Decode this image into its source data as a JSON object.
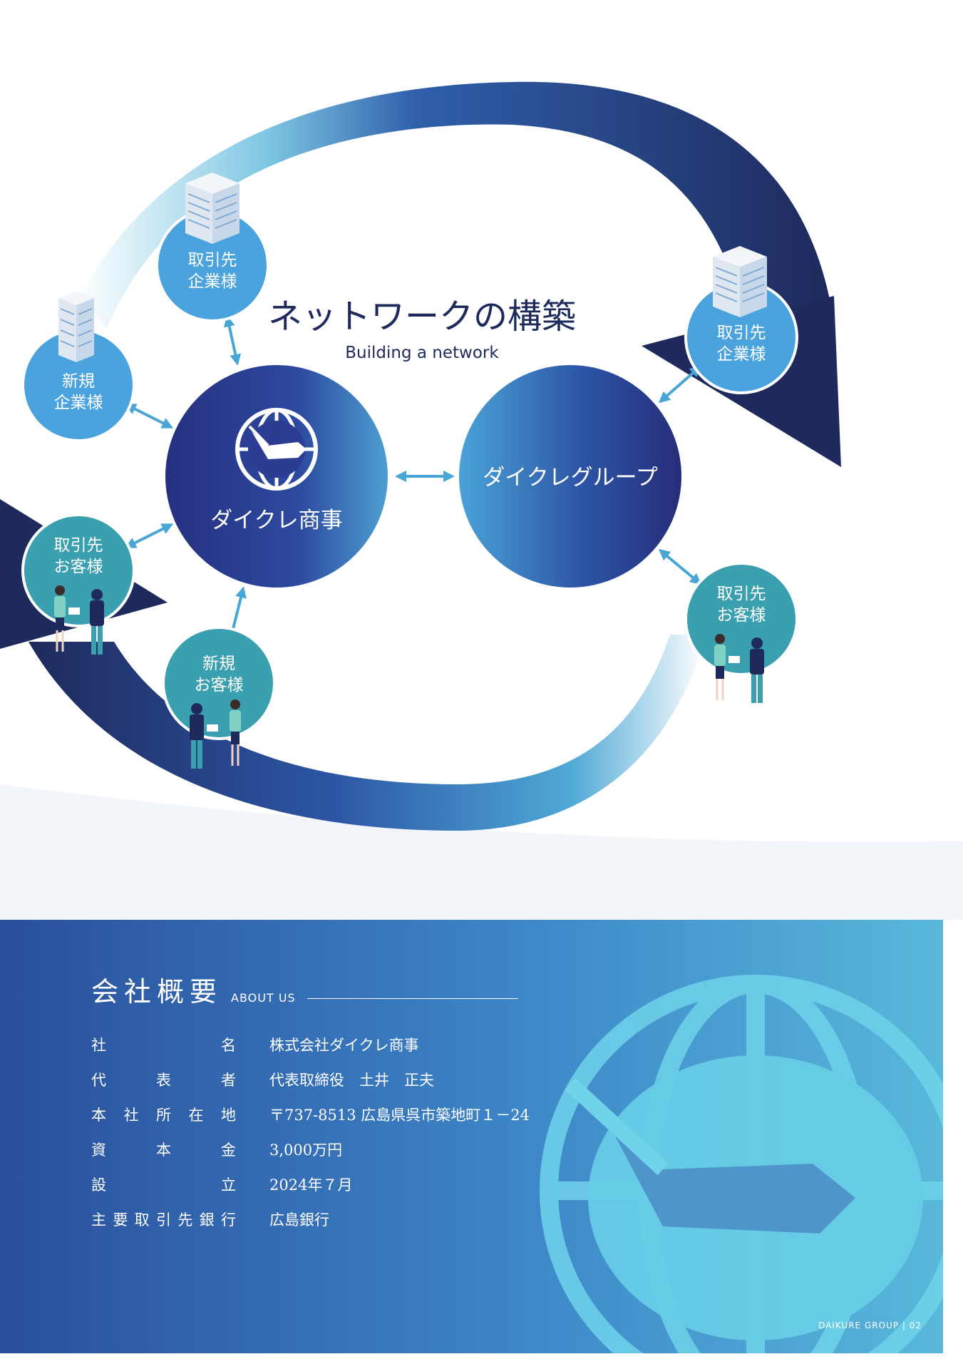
{
  "network": {
    "title": "ネットワークの構築",
    "subtitle": "Building a network",
    "hub_main": "ダイクレ商事",
    "hub_group": "ダイクレグループ",
    "node_client_corp_a_l1": "取引先",
    "node_client_corp_a_l2": "企業様",
    "node_new_corp_l1": "新規",
    "node_new_corp_l2": "企業様",
    "node_client_cust_a_l1": "取引先",
    "node_client_cust_a_l2": "お客様",
    "node_new_cust_l1": "新規",
    "node_new_cust_l2": "お客様",
    "node_client_corp_b_l1": "取引先",
    "node_client_corp_b_l2": "企業様",
    "node_client_cust_b_l1": "取引先",
    "node_client_cust_b_l2": "お客様"
  },
  "about": {
    "title": "会社概要",
    "title_en": "ABOUT US",
    "rows": [
      {
        "label": "社名",
        "value": "株式会社ダイクレ商事"
      },
      {
        "label": "代表者",
        "value": "代表取締役　土井　正夫"
      },
      {
        "label": "本社所在地",
        "value": "〒737-8513  広島県呉市築地町１－24"
      },
      {
        "label": "資本金",
        "value": "3,000万円"
      },
      {
        "label": "設立",
        "value": "2024年７月"
      },
      {
        "label": "主要取引先銀行",
        "value": "広島銀行"
      }
    ]
  },
  "footer": {
    "text": "DAIKURE GROUP | 02"
  },
  "colors": {
    "navy": "#1e2a5c",
    "deep_blue": "#27307a",
    "sky": "#4aa3dd",
    "teal": "#3a9fae",
    "arrow": "#47a6d4"
  }
}
